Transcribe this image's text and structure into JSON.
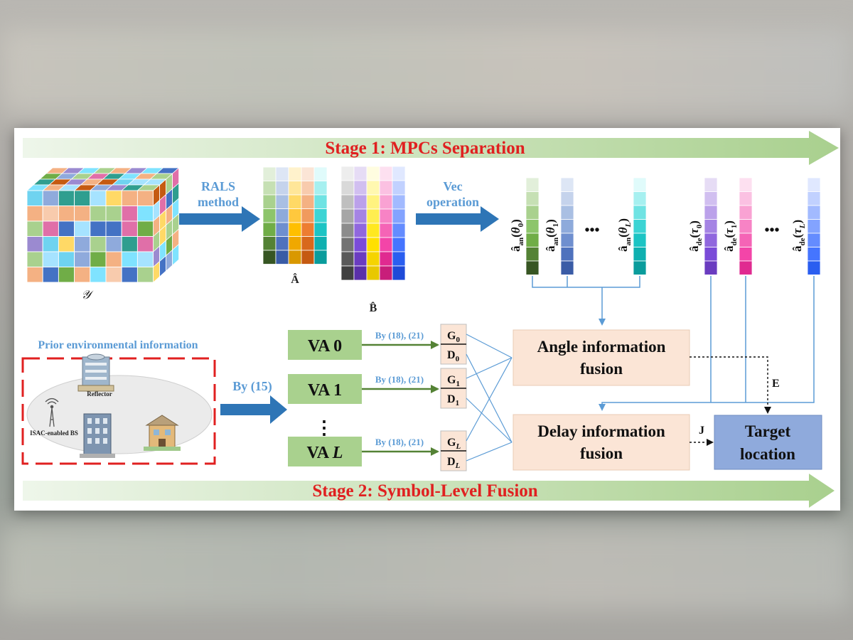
{
  "stage1": {
    "title": "Stage 1: MPCs Separation"
  },
  "stage2": {
    "title": "Stage 2: Symbol-Level Fusion"
  },
  "tensor": {
    "label": "𝒴"
  },
  "rals": {
    "line1": "RALS",
    "line2": "method"
  },
  "matrix_a": {
    "label": "Â"
  },
  "matrix_b": {
    "label": "B̂"
  },
  "vec": {
    "line1": "Vec",
    "line2": "operation"
  },
  "angle_vectors": [
    {
      "base": "â",
      "sub": "an",
      "arg": "θ",
      "argsub": "0"
    },
    {
      "base": "â",
      "sub": "an",
      "arg": "θ",
      "argsub": "1"
    },
    {
      "base": "â",
      "sub": "an",
      "arg": "θ",
      "argsub": "L"
    }
  ],
  "delay_vectors": [
    {
      "base": "â",
      "sub": "de",
      "arg": "τ",
      "argsub": "0"
    },
    {
      "base": "â",
      "sub": "de",
      "arg": "τ",
      "argsub": "1"
    },
    {
      "base": "â",
      "sub": "de",
      "arg": "τ",
      "argsub": "L"
    }
  ],
  "ellipsis": "•••",
  "prior": {
    "title": "Prior environmental information",
    "reflector": "Reflector",
    "bs": "ISAC-enabled BS"
  },
  "by15": "By (15)",
  "va": [
    {
      "label": "VA 0",
      "by": "By (18), (21)",
      "g": "G",
      "gsub": "0",
      "d": "D",
      "dsub": "0"
    },
    {
      "label": "VA 1",
      "by": "By (18), (21)",
      "g": "G",
      "gsub": "1",
      "d": "D",
      "dsub": "1"
    },
    {
      "label": "VA L",
      "by": "By (18), (21)",
      "g": "G",
      "gsub": "L",
      "d": "D",
      "dsub": "L"
    }
  ],
  "vertical_dots": "⋮",
  "angle_fusion": {
    "line1": "Angle information",
    "line2": "fusion"
  },
  "delay_fusion": {
    "line1": "Delay information",
    "line2": "fusion"
  },
  "target": {
    "line1": "Target",
    "line2": "location"
  },
  "e_label": "E",
  "j_label": "J"
}
